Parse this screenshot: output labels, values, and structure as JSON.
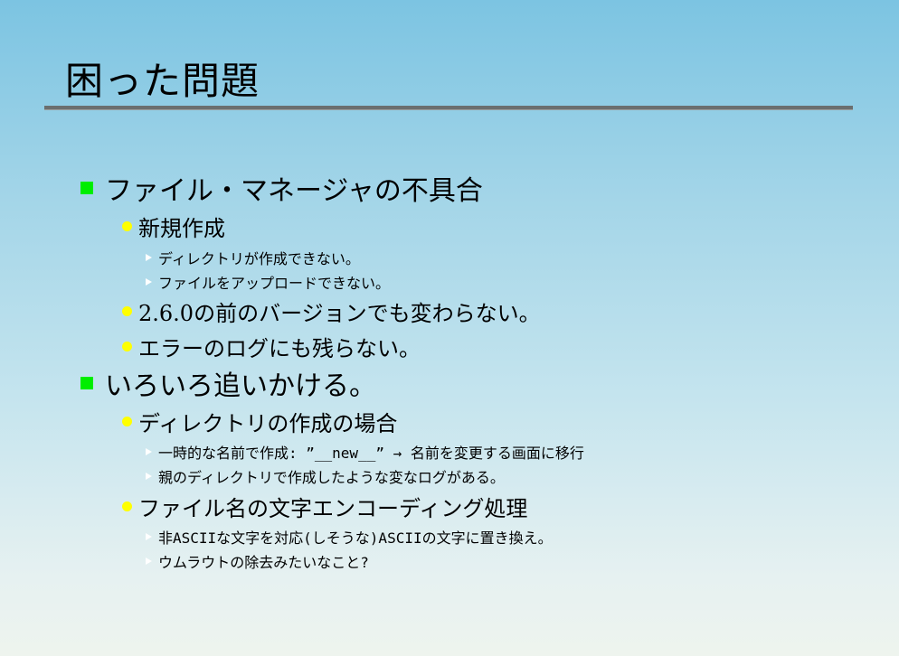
{
  "slide": {
    "title": "困った問題"
  },
  "bullets": [
    {
      "text": "ファイル・マネージャの不具合",
      "children": [
        {
          "text": "新規作成",
          "children": [
            {
              "text": "ディレクトリが作成できない。"
            },
            {
              "text": "ファイルをアップロードできない。"
            }
          ]
        },
        {
          "text": "2.6.0の前のバージョンでも変わらない。"
        },
        {
          "text": "エラーのログにも残らない。"
        }
      ]
    },
    {
      "text": "いろいろ追いかける。",
      "children": [
        {
          "text": "ディレクトリの作成の場合",
          "children": [
            {
              "text": "一時的な名前で作成: ”__new__” → 名前を変更する画面に移行"
            },
            {
              "text": "親のディレクトリで作成したような変なログがある。"
            }
          ]
        },
        {
          "text": "ファイル名の文字エンコーディング処理",
          "children": [
            {
              "text": "非ASCIIな文字を対応(しそうな)ASCIIの文字に置き換え。"
            },
            {
              "text": "ウムラウトの除去みたいなこと?"
            }
          ]
        }
      ]
    }
  ],
  "colors": {
    "level1_bullet": "#00ee00",
    "level2_bullet": "#ffff00",
    "level3_bullet": "#ffffff",
    "title_rule": "#6b6f6f"
  },
  "icons": {
    "level1": "green-square-bullet",
    "level2": "yellow-dot-bullet",
    "level3": "white-triangle-bullet"
  }
}
